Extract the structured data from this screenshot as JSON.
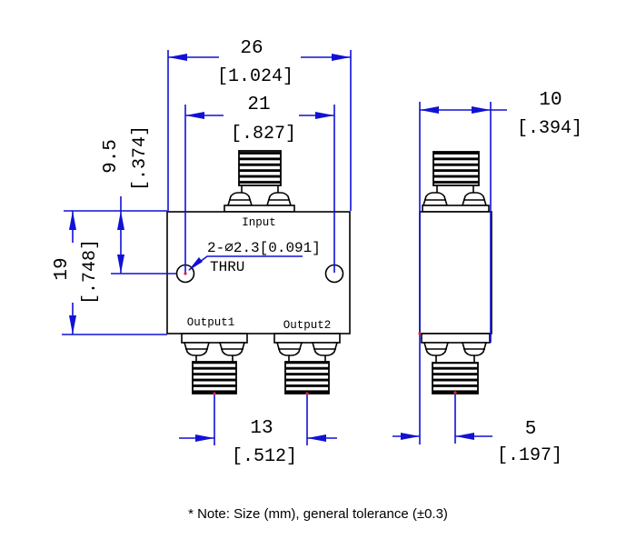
{
  "note": "* Note: Size (mm), general tolerance (±0.3)",
  "front_view": {
    "port_labels": {
      "input": "Input",
      "output1": "Output1",
      "output2": "Output2"
    },
    "hole_callout": {
      "designation": "2-∅2.3[0.091]",
      "thru": "THRU"
    }
  },
  "dimensions": {
    "body_width": {
      "mm": "26",
      "inch": "[1.024]"
    },
    "hole_spacing": {
      "mm": "21",
      "inch": "[.827]"
    },
    "top_to_hole": {
      "mm": "9.5",
      "inch": "[.374]"
    },
    "body_height": {
      "mm": "19",
      "inch": "[.748]"
    },
    "output_spacing": {
      "mm": "13",
      "inch": "[.512]"
    },
    "body_depth": {
      "mm": "10",
      "inch": "[.394]"
    },
    "edge_to_connector": {
      "mm": "5",
      "inch": "[.197]"
    }
  },
  "colors": {
    "dimension_blue": "#1111d6",
    "geometry_black": "#000000",
    "snap_marker_red": "#e02040",
    "background": "#ffffff"
  }
}
